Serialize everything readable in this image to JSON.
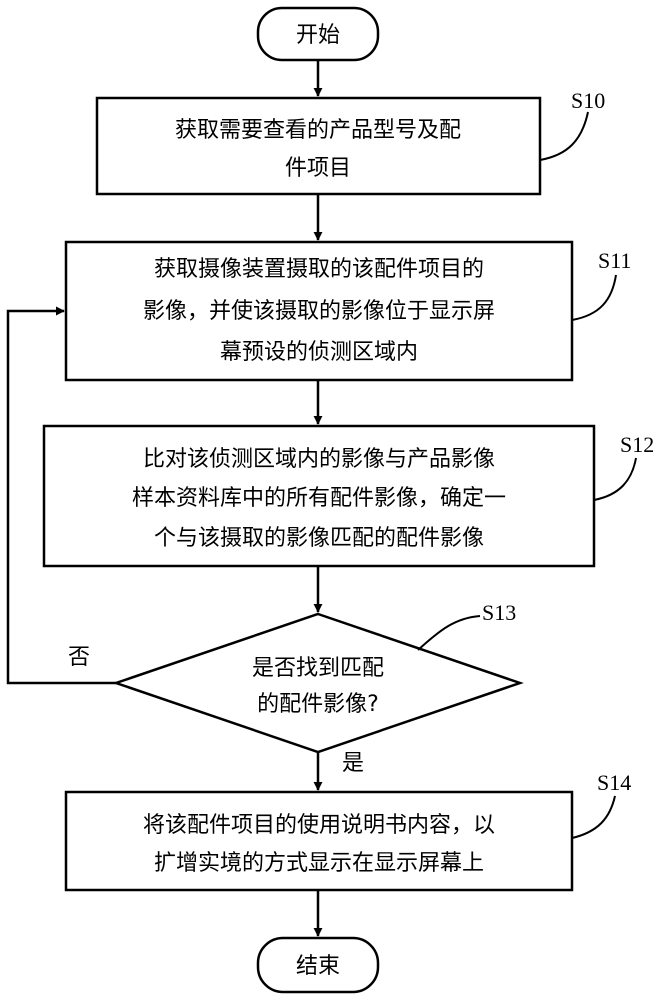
{
  "start": {
    "label": "开始"
  },
  "end": {
    "label": "结束"
  },
  "steps": [
    {
      "id": "S10",
      "lines": [
        "获取需要查看的产品型号及配",
        "件项目"
      ]
    },
    {
      "id": "S11",
      "lines": [
        "获取摄像装置摄取的该配件项目的",
        "影像，并使该摄取的影像位于显示屏",
        "幕预设的侦测区域内"
      ]
    },
    {
      "id": "S12",
      "lines": [
        "比对该侦测区域内的影像与产品影像",
        "样本资料库中的所有配件影像，确定一",
        "个与该摄取的影像匹配的配件影像"
      ]
    },
    {
      "id": "S14",
      "lines": [
        "将该配件项目的使用说明书内容，以",
        "扩增实境的方式显示在显示屏幕上"
      ]
    }
  ],
  "decision": {
    "id": "S13",
    "lines": [
      "是否找到匹配",
      "的配件影像?"
    ]
  },
  "branches": {
    "no": "否",
    "yes": "是"
  },
  "colors": {
    "stroke": "#000000",
    "background": "#ffffff"
  }
}
